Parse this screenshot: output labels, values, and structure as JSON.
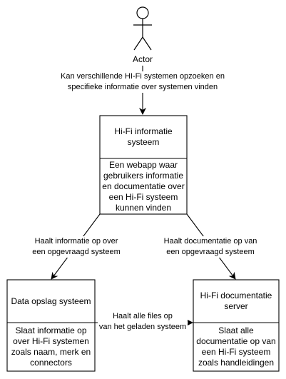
{
  "actor": {
    "label": "Actor"
  },
  "edges": {
    "actor_to_system": {
      "line1": "Kan verschillende HI-Fi systemen opzoeken en",
      "line2": "specifieke informatie over systemen vinden"
    },
    "system_to_data": {
      "line1": "Haalt informatie op over",
      "line2": "een opgevraagd systeem"
    },
    "system_to_docs": {
      "line1": "Haalt documentatie op van",
      "line2": "een opgevraagd systeem"
    },
    "data_to_docs": {
      "line1": "Haalt alle files op",
      "line2": "van het geladen systeem"
    }
  },
  "boxes": {
    "info_system": {
      "title_line1": "Hi-Fi informatie",
      "title_line2": "systeem",
      "body_line1": "Een webapp waar",
      "body_line2": "gebruikers informatie",
      "body_line3": "en documentatie over",
      "body_line4": "een Hi-Fi systeem",
      "body_line5": "kunnen vinden"
    },
    "data_storage": {
      "title": "Data opslag systeem",
      "body_line1": "Slaat informatie op",
      "body_line2": "over Hi-Fi systemen",
      "body_line3": "zoals naam, merk en",
      "body_line4": "connectors"
    },
    "doc_server": {
      "title_line1": "Hi-Fi documentatie",
      "title_line2": "server",
      "body_line1": "Slaat alle",
      "body_line2": "documentatie op van",
      "body_line3": "een Hi-Fi systeem",
      "body_line4": "zoals handleidingen"
    }
  }
}
